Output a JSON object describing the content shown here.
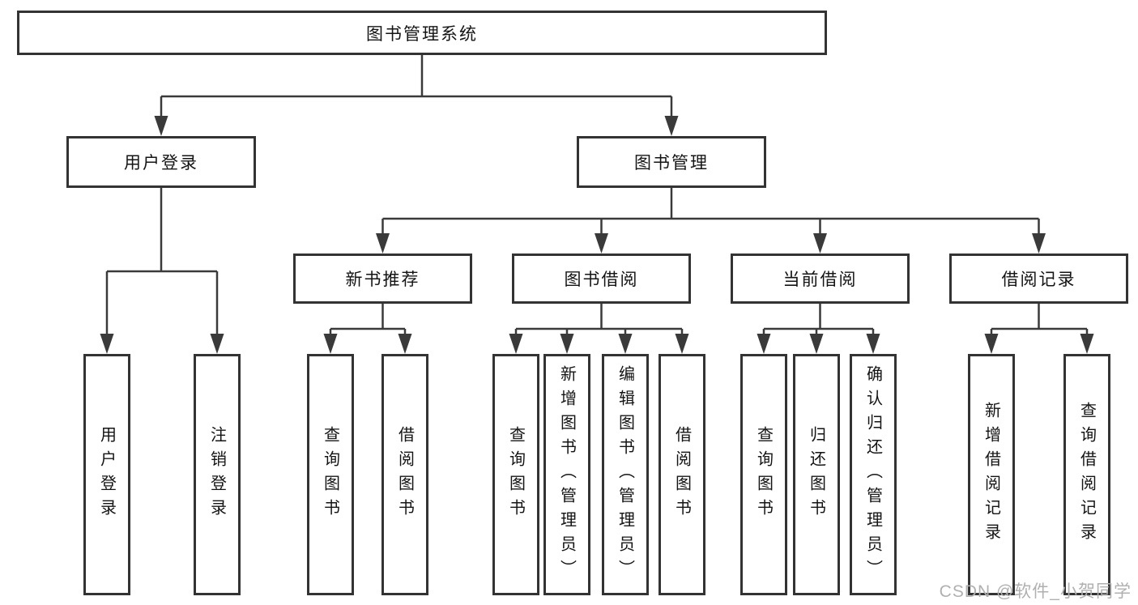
{
  "diagram": {
    "watermark": "CSDN @软件_小贺同学",
    "colors": {
      "line": "#3a3a3a",
      "border": "#333333",
      "fill": "#ffffff",
      "text": "#141414",
      "watermark": "#b0b0b0"
    },
    "nodes": {
      "root": "图书管理系统",
      "user_login": "用户登录",
      "book_management": "图书管理",
      "new_book_recommend": "新书推荐",
      "book_borrow": "图书借阅",
      "current_borrow": "当前借阅",
      "borrow_records": "借阅记录"
    },
    "leaves": {
      "user_login": [
        "用户登录",
        "注销登录"
      ],
      "new_book_recommend": [
        "查询图书",
        "借阅图书"
      ],
      "book_borrow": [
        "查询图书",
        "新增图书（管理员）",
        "编辑图书（管理员）",
        "借阅图书"
      ],
      "current_borrow": [
        "查询图书",
        "归还图书",
        "确认归还（管理员）"
      ],
      "borrow_records": [
        "新增借阅记录",
        "查询借阅记录"
      ]
    }
  }
}
